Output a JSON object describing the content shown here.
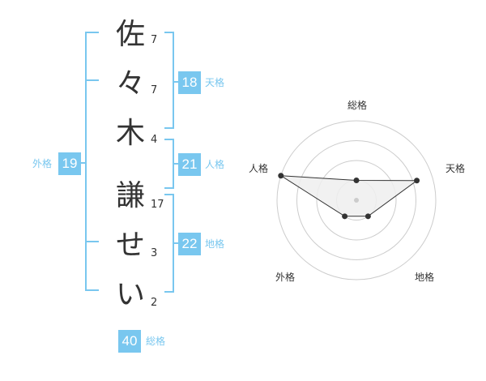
{
  "characters": [
    {
      "char": "佐",
      "strokes": "7"
    },
    {
      "char": "々",
      "strokes": "7"
    },
    {
      "char": "木",
      "strokes": "4"
    },
    {
      "char": "謙",
      "strokes": "17"
    },
    {
      "char": "せ",
      "strokes": "3"
    },
    {
      "char": "い",
      "strokes": "2"
    }
  ],
  "fortunes": {
    "tenkaku": {
      "label": "天格",
      "value": "18"
    },
    "jinkaku": {
      "label": "人格",
      "value": "21"
    },
    "chikaku": {
      "label": "地格",
      "value": "22"
    },
    "gaikaku": {
      "label": "外格",
      "value": "19"
    },
    "soukaku": {
      "label": "総格",
      "value": "40"
    }
  },
  "radar": {
    "axes": [
      "総格",
      "天格",
      "地格",
      "外格",
      "人格"
    ],
    "values": [
      0.25,
      0.8,
      0.25,
      0.25,
      1.0
    ],
    "rings": 4,
    "colors": {
      "ring": "#cccccc",
      "fill": "#eeeeee",
      "line": "#333333",
      "point": "#333333",
      "center": "#cccccc"
    }
  },
  "colors": {
    "accent": "#79c7ef",
    "bracket": "#79c7ef",
    "text": "#333333"
  }
}
